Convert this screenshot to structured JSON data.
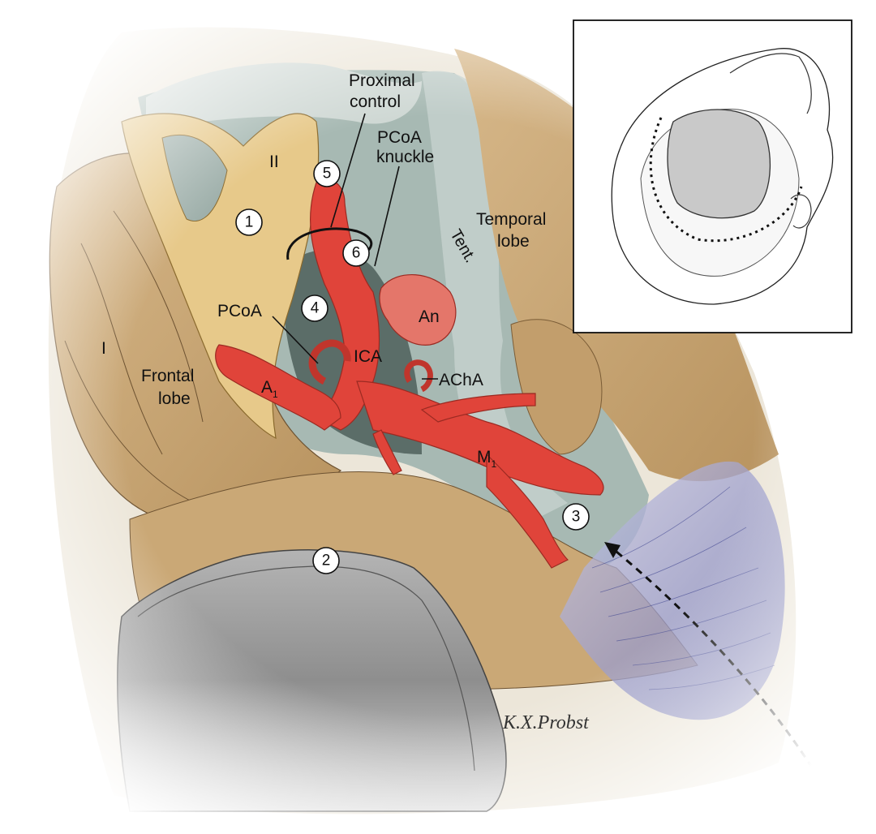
{
  "labels": {
    "proximal_control_1": "Proximal",
    "proximal_control_2": "control",
    "pcoa_knuckle_1": "PCoA",
    "pcoa_knuckle_2": "knuckle",
    "temporal_lobe_1": "Temporal",
    "temporal_lobe_2": "lobe",
    "tent": "Tent.",
    "optic_nerve": "II",
    "olfactory": "I",
    "frontal_lobe_1": "Frontal",
    "frontal_lobe_2": "lobe",
    "pcoa": "PCoA",
    "a1_main": "A",
    "a1_sub": "1",
    "ica": "ICA",
    "aneurysm": "An",
    "acha": "AChA",
    "m1_main": "M",
    "m1_sub": "1"
  },
  "markers": [
    "1",
    "2",
    "3",
    "4",
    "5",
    "6"
  ],
  "signature": "K.X.Probst",
  "colors": {
    "artery": "#e0443a",
    "artery_dark": "#b82b24",
    "brain": "#c9a77a",
    "brain_light": "#ddc39c",
    "nerve": "#e8cc8f",
    "cistern": "#9fb2ad",
    "retractor": "#9a9a9a",
    "dura": "#e9e4d8"
  }
}
